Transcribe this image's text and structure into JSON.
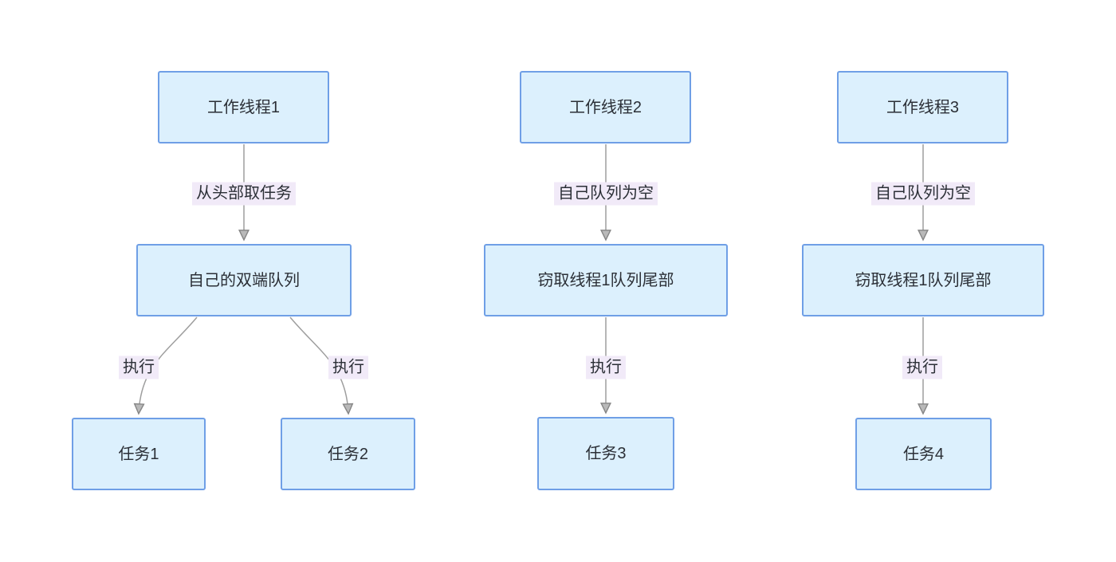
{
  "diagram": {
    "type": "flowchart",
    "direction": "top-down",
    "columns": 3,
    "nodes": [
      {
        "id": "worker1",
        "label": "工作线程1"
      },
      {
        "id": "deque1",
        "label": "自己的双端队列"
      },
      {
        "id": "task1",
        "label": "任务1"
      },
      {
        "id": "task2",
        "label": "任务2"
      },
      {
        "id": "worker2",
        "label": "工作线程2"
      },
      {
        "id": "steal2",
        "label": "窃取线程1队列尾部"
      },
      {
        "id": "task3",
        "label": "任务3"
      },
      {
        "id": "worker3",
        "label": "工作线程3"
      },
      {
        "id": "steal3",
        "label": "窃取线程1队列尾部"
      },
      {
        "id": "task4",
        "label": "任务4"
      }
    ],
    "edges": [
      {
        "from": "worker1",
        "to": "deque1",
        "label": "从头部取任务"
      },
      {
        "from": "deque1",
        "to": "task1",
        "label": "执行"
      },
      {
        "from": "deque1",
        "to": "task2",
        "label": "执行"
      },
      {
        "from": "worker2",
        "to": "steal2",
        "label": "自己队列为空"
      },
      {
        "from": "steal2",
        "to": "task3",
        "label": "执行"
      },
      {
        "from": "worker3",
        "to": "steal3",
        "label": "自己队列为空"
      },
      {
        "from": "steal3",
        "to": "task4",
        "label": "执行"
      }
    ],
    "colors": {
      "background": "#ffffff",
      "node_fill": "#dcf0fd",
      "node_border": "#6f9fe6",
      "node_text": "#2b2f36",
      "edge_line": "#9e9e9e",
      "arrowhead_fill": "#b9b9b9",
      "arrowhead_stroke": "#858585",
      "edge_label_bg": "#f1eaf8"
    }
  }
}
